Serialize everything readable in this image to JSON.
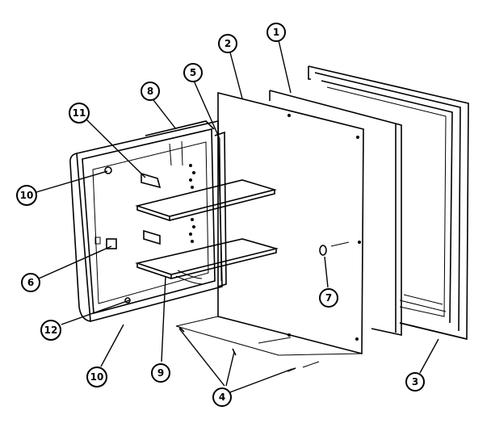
{
  "callouts": [
    {
      "id": "c1",
      "label": "1"
    },
    {
      "id": "c2",
      "label": "2"
    },
    {
      "id": "c3",
      "label": "3"
    },
    {
      "id": "c4",
      "label": "4"
    },
    {
      "id": "c5",
      "label": "5"
    },
    {
      "id": "c6",
      "label": "6"
    },
    {
      "id": "c7",
      "label": "7"
    },
    {
      "id": "c8",
      "label": "8"
    },
    {
      "id": "c9",
      "label": "9"
    },
    {
      "id": "c10a",
      "label": "10"
    },
    {
      "id": "c10b",
      "label": "10"
    },
    {
      "id": "c11",
      "label": "11"
    },
    {
      "id": "c12",
      "label": "12"
    }
  ]
}
